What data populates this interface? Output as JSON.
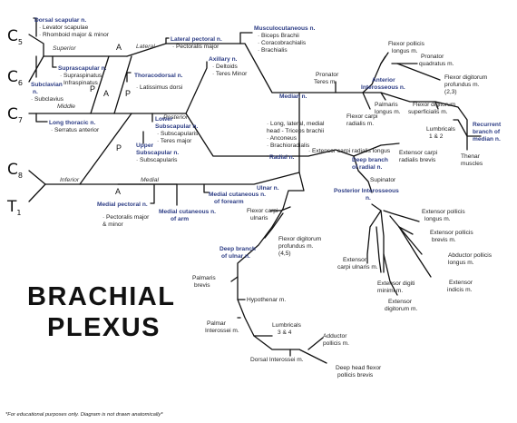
{
  "roots": [
    {
      "letter": "C",
      "sub": "5"
    },
    {
      "letter": "C",
      "sub": "6"
    },
    {
      "letter": "C",
      "sub": "7"
    },
    {
      "letter": "C",
      "sub": "8"
    },
    {
      "letter": "T",
      "sub": "1"
    }
  ],
  "title": [
    "BRACHIAL",
    "PLEXUS"
  ],
  "footnote": "*For educational purposes only. Diagram is not drawn anatomically*",
  "trunks": {
    "superior": "Superior",
    "middle": "Middle",
    "inferior": "Inferior"
  },
  "cords": {
    "lateral": "Lateral",
    "posterior": "Posterior",
    "medial": "Medial"
  },
  "divisions": {
    "a1": "A",
    "a2": "A",
    "p1": "P",
    "p2": "P",
    "p3": "P",
    "a3": "A"
  },
  "nerves": {
    "dorsal_scapular": {
      "name": "Dorsal scapular n.",
      "muscles": [
        "· Levator scapulae",
        "· Rhomboid major & minor"
      ]
    },
    "suprascapular": {
      "name": "Suprascapular n.",
      "muscles": [
        "· Supraspinatus",
        "· Infraspinatus"
      ]
    },
    "subclavian": {
      "name": [
        "Subclavian",
        "n."
      ],
      "muscles": [
        "· Subclavius"
      ]
    },
    "long_thoracic": {
      "name": "Long thoracic n.",
      "muscles": [
        "· Serratus anterior"
      ]
    },
    "lateral_pectoral": {
      "name": "Lateral pectoral n.",
      "muscles": [
        "· Pectoralis major"
      ]
    },
    "musculocutaneous": {
      "name": "Musculocutaneous n.",
      "muscles": [
        "· Biceps Brachii",
        "· Coracobrachialis",
        "· Brachialis"
      ]
    },
    "thoracodorsal": {
      "name": "Thoracodorsal n.",
      "muscles": [
        "· Latissimus dorsi"
      ]
    },
    "axillary": {
      "name": "Axillary n.",
      "muscles": [
        "· Deltoids",
        "· Teres Minor"
      ]
    },
    "lower_subscapular": {
      "name": [
        "Lower",
        "Subscapular n."
      ],
      "muscles": [
        "· Subscapularis",
        "· Teres major"
      ]
    },
    "upper_subscapular": {
      "name": [
        "Upper",
        "Subscapular n."
      ],
      "muscles": [
        "· Subscapularis"
      ]
    },
    "median": {
      "name": "Median n."
    },
    "radial": {
      "name": "Radial n.",
      "muscles": [
        "· Long, lateral, medial",
        "  head - Triceps brachii",
        "· Anconeus",
        "· Brachioradialis",
        "· Extensor carpi radialis longus"
      ]
    },
    "ulnar": {
      "name": "Ulnar n."
    },
    "medial_pectoral": {
      "name": "Medial pectoral n.",
      "muscles": [
        "· Pectoralis major",
        "  & minor"
      ]
    },
    "medial_cut_arm": {
      "name": [
        "Medial cutaneous n.",
        "of arm"
      ]
    },
    "medial_cut_forearm": {
      "name": [
        "Medial cutaneous n.",
        "of forearm"
      ]
    },
    "anterior_interosseous": {
      "name": [
        "Anterior",
        "Interosseous n."
      ]
    },
    "recurrent_median": {
      "name": [
        "Recurrent",
        "branch of",
        "median n."
      ]
    },
    "deep_radial": {
      "name": [
        "Deep branch",
        "of radial n."
      ]
    },
    "posterior_interosseous": {
      "name": [
        "Posterior Interosseous",
        "n."
      ]
    },
    "deep_ulnar": {
      "name": [
        "Deep branch",
        "of ulnar n."
      ]
    }
  },
  "muscles": {
    "pronator_teres": [
      "Pronator",
      "Teres m."
    ],
    "fpl_top": [
      "Flexor pollicis",
      "longus m."
    ],
    "pronator_quadratus": [
      "Pronator",
      "quadratus m."
    ],
    "fdp_median": [
      "Flexor digitorum",
      "profundus m.",
      "(2,3)"
    ],
    "palmaris_longus": [
      "Palmaris",
      "longus m."
    ],
    "fds": [
      "Flexor digitorum",
      "superficialis m."
    ],
    "fcr": [
      "Flexor carpi",
      "radialis m."
    ],
    "lumbricals_12": [
      "Lumbricals",
      "1 & 2"
    ],
    "thenar": [
      "Thenar",
      "muscles"
    ],
    "ecrb": [
      "Extensor carpi",
      "radialis brevis"
    ],
    "supinator": [
      "Supinator"
    ],
    "epl": [
      "Extensor pollicis",
      "longus m."
    ],
    "epb": [
      "Extensor pollicis",
      "brevis m."
    ],
    "apl": [
      "Abductor pollicis",
      "longus m."
    ],
    "eip": [
      "Extensor",
      "indicis m."
    ],
    "ecu": [
      "Extensor",
      "carpi ulnaris m."
    ],
    "edm": [
      "Extensor digiti",
      "minimi m."
    ],
    "ed": [
      "Extensor",
      "digitorum m."
    ],
    "fcu": [
      "Flexor carpi",
      "ulnaris"
    ],
    "fdp_ulnar": [
      "Flexor digitorum",
      "profundus m.",
      "(4,5)"
    ],
    "palmaris_brevis": [
      "Palmaris",
      "brevis"
    ],
    "hypothenar": [
      "Hypothenar m."
    ],
    "palmar_interossei": [
      "Palmar",
      "Interossei m."
    ],
    "lumbricals_34": [
      "Lumbricals",
      "3 & 4"
    ],
    "adductor_pollicis": [
      "Adductor",
      "pollicis m."
    ],
    "dorsal_interossei": [
      "Dorsal Interossei m."
    ],
    "fpb_deep": [
      "Deep head flexor",
      "pollicis brevis"
    ]
  }
}
